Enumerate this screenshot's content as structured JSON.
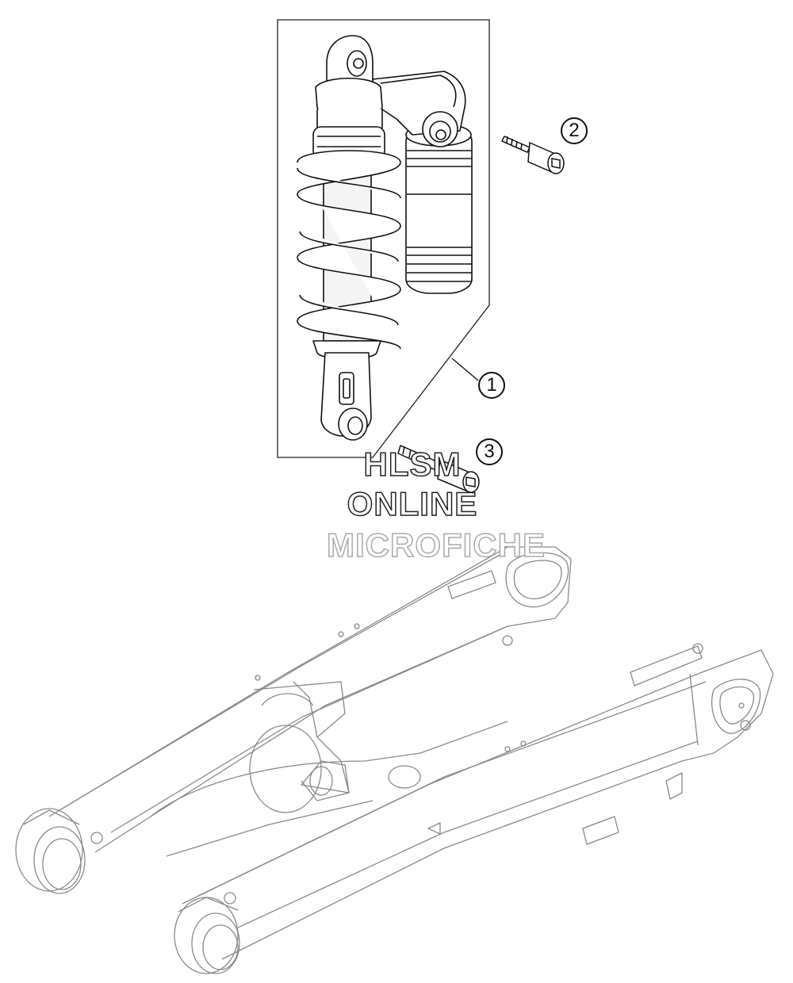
{
  "callouts": {
    "c1": "1",
    "c2": "2",
    "c3": "3"
  },
  "watermark": {
    "line1": "HLSM",
    "line2": "ONLINE",
    "line3": "MICROFICHE"
  },
  "colors": {
    "line": "#111111",
    "swingarm_line": "#8a8a8a",
    "watermark_faint": "#aaaaaa"
  }
}
